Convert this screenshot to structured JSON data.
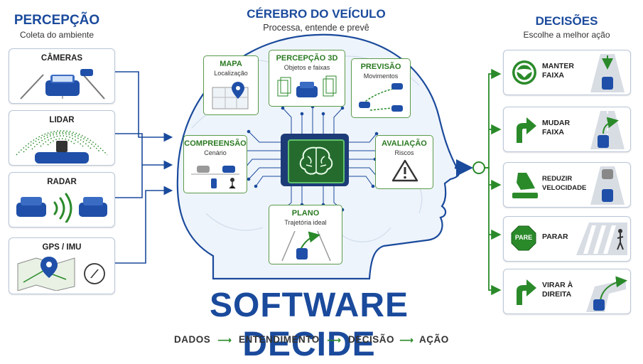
{
  "left": {
    "title": "PERCEPÇÃO",
    "subtitle": "Coleta do ambiente",
    "sensors": [
      {
        "label": "CÂMERAS"
      },
      {
        "label": "LIDAR"
      },
      {
        "label": "RADAR"
      },
      {
        "label": "GPS / IMU"
      }
    ]
  },
  "center": {
    "title": "CÉREBRO DO VEÍCULO",
    "subtitle": "Processa, entende e prevê",
    "modules": [
      {
        "title": "MAPA",
        "subtitle": "Localização"
      },
      {
        "title": "PERCEPÇÃO 3D",
        "subtitle": "Objetos e faixas"
      },
      {
        "title": "PREVISÃO",
        "subtitle": "Movimentos"
      },
      {
        "title": "COMPREENSÃO",
        "subtitle": "Cenário"
      },
      {
        "title": "AVALIAÇÃO",
        "subtitle": "Riscos"
      },
      {
        "title": "PLANO",
        "subtitle": "Trajetória ideal"
      }
    ]
  },
  "right": {
    "title": "DECISÕES",
    "subtitle": "Escolhe a melhor ação",
    "decisions": [
      {
        "label": "MANTER FAIXA"
      },
      {
        "label": "MUDAR FAIXA"
      },
      {
        "label": "REDUZIR VELOCIDADE"
      },
      {
        "label": "PARAR",
        "sign": "PARE"
      },
      {
        "label": "VIRAR À DIREITA"
      }
    ]
  },
  "banner": "SOFTWARE DECIDE",
  "flow": [
    "DADOS",
    "ENTENDIMENTO",
    "DECISÃO",
    "AÇÃO"
  ],
  "colors": {
    "blue": "#1a4a9c",
    "green": "#2a8a2a",
    "car": "#1f4fa8"
  }
}
